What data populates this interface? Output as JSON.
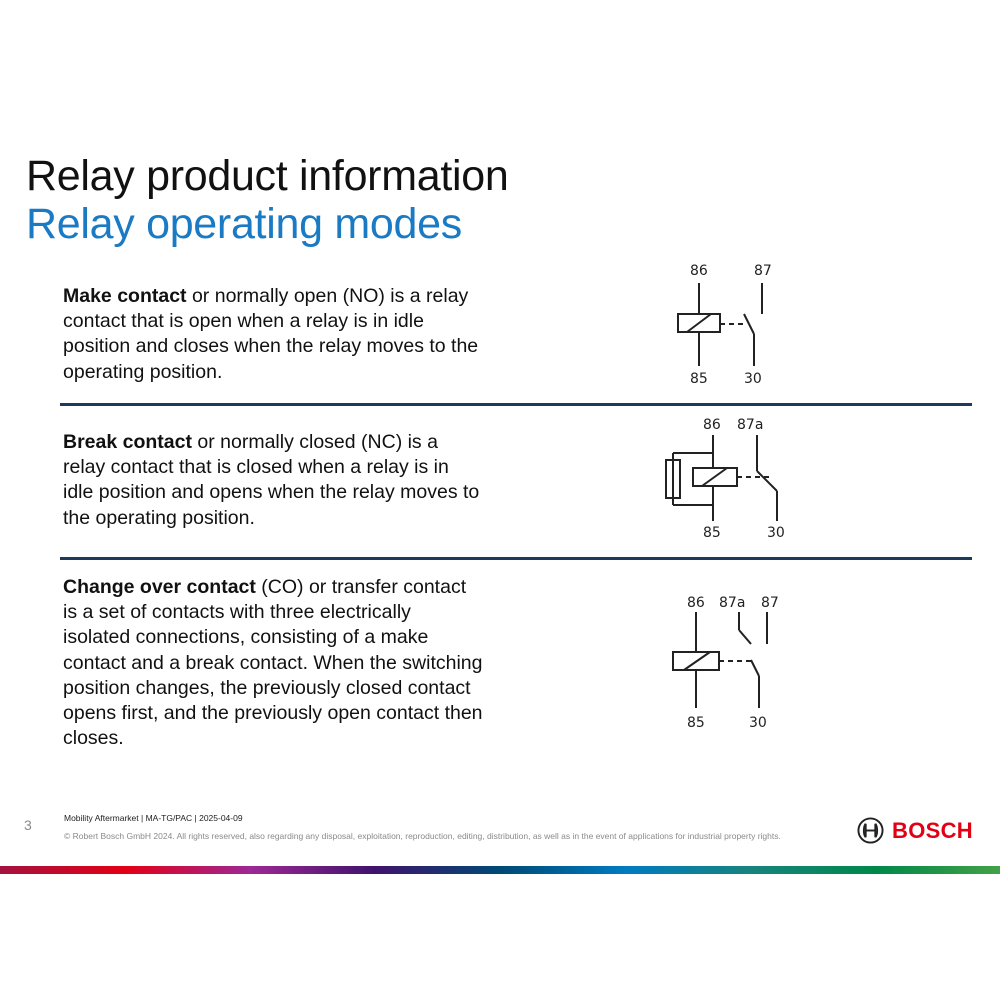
{
  "header": {
    "title": "Relay product information",
    "subtitle": "Relay operating modes"
  },
  "sections": [
    {
      "term": "Make contact",
      "text": " or normally open (NO) is a relay contact that is open when a relay is in idle position and closes when the relay moves to the operating position.",
      "diagram_labels": {
        "l86": "86",
        "l87": "87",
        "l85": "85",
        "l30": "30"
      }
    },
    {
      "term": "Break contact",
      "text": " or normally closed (NC) is a relay contact that is closed when a relay is in idle position and opens when the relay moves to the operating position.",
      "diagram_labels": {
        "l86": "86",
        "l87a": "87a",
        "l85": "85",
        "l30": "30"
      }
    },
    {
      "term": "Change over contact",
      "text": " (CO) or transfer contact is a set of contacts with three electrically isolated connections, consisting of a make contact and a break contact. When the switching position changes, the previously closed contact opens first, and the previously open contact then closes.",
      "diagram_labels": {
        "l86": "86",
        "l87a": "87a",
        "l87": "87",
        "l85": "85",
        "l30": "30"
      }
    }
  ],
  "footer": {
    "page_number": "3",
    "meta": "Mobility Aftermarket | MA-TG/PAC | 2025-04-09",
    "copyright": "© Robert Bosch GmbH 2024. All rights reserved, also regarding any disposal, exploitation, reproduction, editing, distribution, as well as in the event of applications for industrial property rights.",
    "brand": "BOSCH"
  },
  "colors": {
    "subtitle": "#1a7ac4",
    "divider": "#1b3a5c",
    "brand_red": "#e20015"
  },
  "stripe_colors": [
    "#a4123f",
    "#e20015",
    "#9e2896",
    "#3f136c",
    "#004975",
    "#007bc0",
    "#18837e",
    "#00884a",
    "#43a047"
  ]
}
